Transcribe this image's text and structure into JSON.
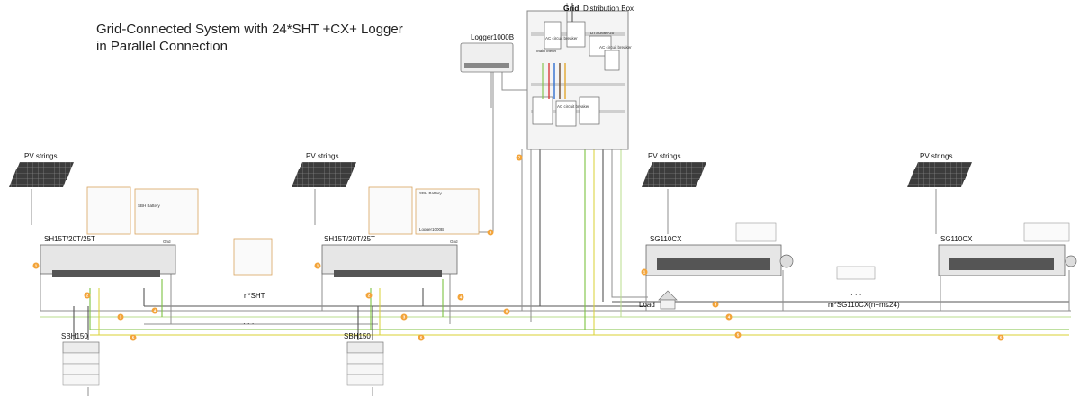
{
  "title": {
    "line1": "Grid-Connected System with 24*SHT +CX+ Logger",
    "line2": "in Parallel Connection"
  },
  "labels": {
    "grid": "Grid",
    "distribution_box": "Distribution Box",
    "logger": "Logger1000B",
    "pv_strings": "PV strings",
    "sht_model": "SH15T/20T/25T",
    "battery": "SBH150",
    "n_sht": "n*SHT",
    "cx_model": "SG110CX",
    "load": "Load",
    "m_cx": "m*SG110CX(n+m≤24)",
    "ellipsis": "· · ·",
    "ac_breaker": "AC circuit breaker",
    "main_meter": "Main Meter",
    "dtsu": "DTSU666-20",
    "sbh_battery": "SBH Battery",
    "logger_sub": "Logger1000B",
    "grid_port": "Grid"
  },
  "badge_numbers": [
    "1",
    "2",
    "3",
    "4",
    "5",
    "6",
    "7",
    "8"
  ],
  "colors": {
    "wire_grey": "#8f8f8f",
    "wire_green": "#7cc242",
    "wire_yellow": "#d8d233",
    "badge_orange": "#f3a43a"
  }
}
